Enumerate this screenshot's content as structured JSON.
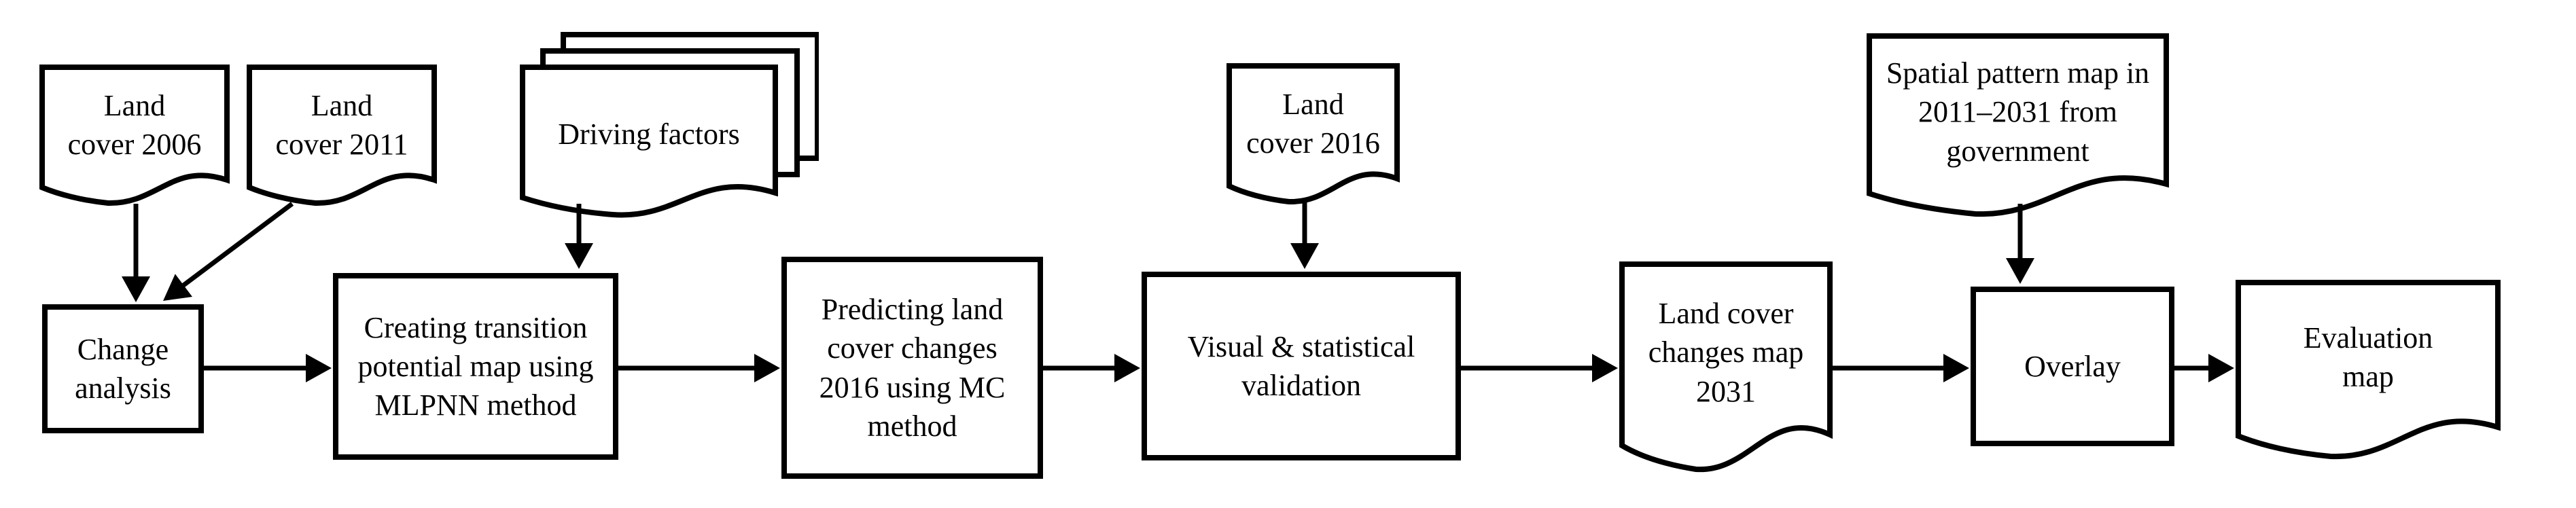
{
  "figure": {
    "type": "flowchart",
    "description_colors": {
      "stroke": "#000000",
      "background": "#ffffff",
      "shape_fill": "#ffffff"
    }
  },
  "nodes": {
    "land_cover_2006": {
      "label": "Land\ncover 2006",
      "shape": "document"
    },
    "land_cover_2011": {
      "label": "Land\ncover 2011",
      "shape": "document"
    },
    "driving_factors": {
      "label": "Driving factors",
      "shape": "stacked-documents"
    },
    "change_analysis": {
      "label": "Change\nanalysis",
      "shape": "process"
    },
    "creating_transition": {
      "label": "Creating transition\npotential map using\nMLPNN method",
      "shape": "process"
    },
    "predicting": {
      "label": "Predicting land\ncover changes\n2016 using MC\nmethod",
      "shape": "process"
    },
    "land_cover_2016": {
      "label": "Land\ncover 2016",
      "shape": "document"
    },
    "validation": {
      "label": "Visual & statistical\nvalidation",
      "shape": "process"
    },
    "changes_map_2031": {
      "label": "Land cover\nchanges map\n2031",
      "shape": "document"
    },
    "spatial_pattern": {
      "label": "Spatial pattern map in\n2011–2031 from\ngovernment",
      "shape": "document"
    },
    "overlay": {
      "label": "Overlay",
      "shape": "process"
    },
    "evaluation_map": {
      "label": "Evaluation\nmap",
      "shape": "document"
    }
  },
  "edges": [
    {
      "from": "land_cover_2006",
      "to": "change_analysis"
    },
    {
      "from": "land_cover_2011",
      "to": "change_analysis"
    },
    {
      "from": "driving_factors",
      "to": "creating_transition"
    },
    {
      "from": "change_analysis",
      "to": "creating_transition"
    },
    {
      "from": "creating_transition",
      "to": "predicting"
    },
    {
      "from": "predicting",
      "to": "validation"
    },
    {
      "from": "land_cover_2016",
      "to": "validation"
    },
    {
      "from": "validation",
      "to": "changes_map_2031"
    },
    {
      "from": "changes_map_2031",
      "to": "overlay"
    },
    {
      "from": "spatial_pattern",
      "to": "overlay"
    },
    {
      "from": "overlay",
      "to": "evaluation_map"
    }
  ]
}
